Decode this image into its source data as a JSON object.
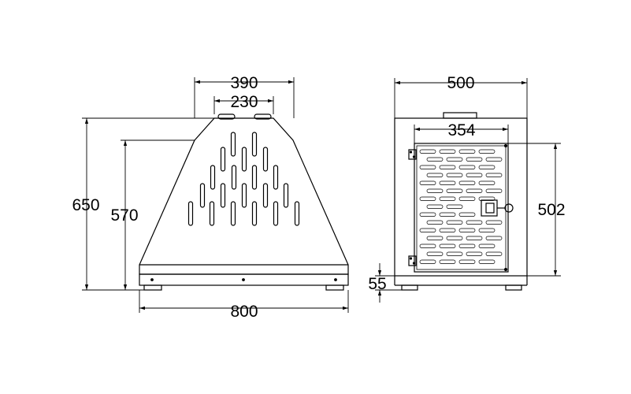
{
  "diagram": {
    "front_view": {
      "dimensions": {
        "top_width": "390",
        "handle_width": "230",
        "total_height": "650",
        "body_height": "570",
        "base_width": "800"
      }
    },
    "side_view": {
      "dimensions": {
        "total_width": "500",
        "door_width": "354",
        "door_height": "502",
        "foot_height": "55"
      }
    },
    "colors": {
      "line": "#000000",
      "background": "#ffffff",
      "dimension_line": "#000000"
    }
  }
}
